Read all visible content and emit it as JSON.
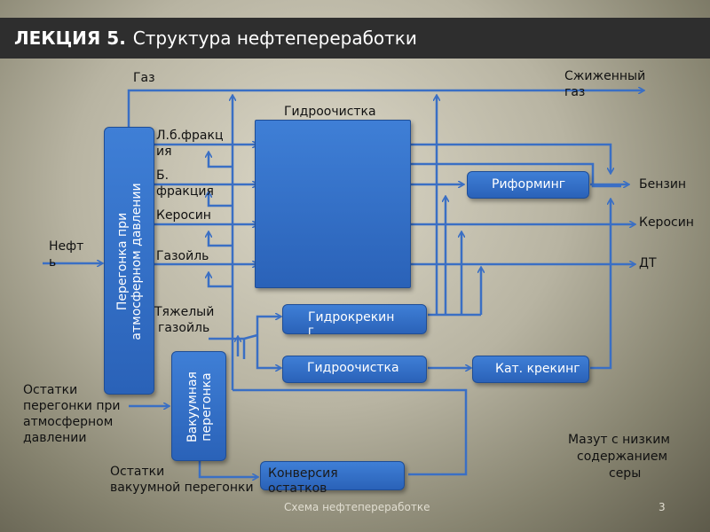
{
  "title": {
    "bold": "ЛЕКЦИЯ 5.",
    "rest": "Структура нефтепереработки"
  },
  "labels": {
    "gas": "Газ",
    "lpg_1": "Сжиженный",
    "lpg_2": "газ",
    "hydrotreating_top": "Гидроочистка",
    "lbf_1": "Л.б.фракц",
    "lbf_2": "ия",
    "bf_1": "Б.",
    "bf_2": "фракция",
    "kerosene": "Керосин",
    "gasoil": "Газойль",
    "heavy_gasoil_1": "Тяжелый",
    "heavy_gasoil_2": "газойль",
    "oil_1": "Нефт",
    "oil_2": "ь",
    "residue_1": "Остатки",
    "residue_2": "перегонки при",
    "residue_3": "атмосферном",
    "residue_4": "давлении",
    "vac_residue_1": "Остатки",
    "vac_residue_2": "вакуумной перегонки",
    "gasoline_out": "Бензин",
    "kerosene_out": "Керосин",
    "dt_out": "ДТ",
    "fuel_oil_1": "Мазут с низким",
    "fuel_oil_2": "содержанием",
    "fuel_oil_3": "серы"
  },
  "boxes": {
    "atm_1": "Перегонка при",
    "atm_2": "атмосферном давлении",
    "vac_1": "Вакуумная",
    "vac_2": "перегонка",
    "reforming": "Риформинг",
    "hydrocracking_1": "Гидрокрекин",
    "hydrocracking_2": "г",
    "hydrotreating": "Гидроочистка",
    "cat_cracking": "Кат. крекинг",
    "conversion_1": "Конверсия",
    "conversion_2": "остатков"
  },
  "footer": {
    "caption": "Схема нефтепереработке",
    "page": "3"
  },
  "colors": {
    "line": "#3a6fc4",
    "box": "#2f6cc7",
    "title_bg": "#2e2e2e"
  }
}
